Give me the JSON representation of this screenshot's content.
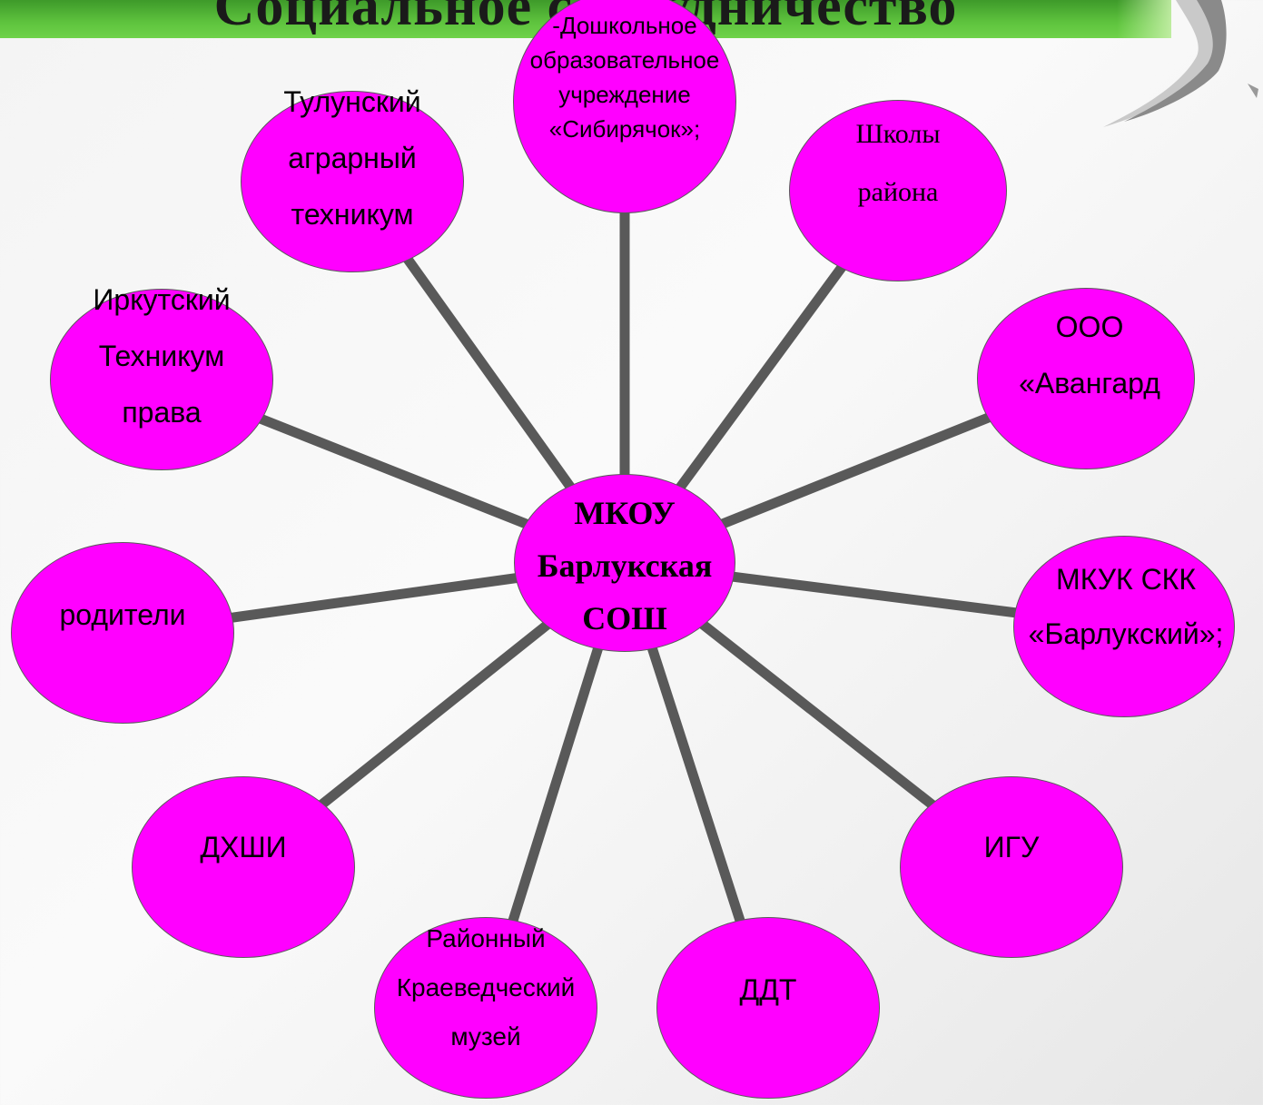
{
  "title": "Социальное сотрудничество",
  "colors": {
    "node_fill": "#ff00ff",
    "connector": "#595959",
    "title_bar": "#5fc43e"
  },
  "center": {
    "lines": [
      "МКОУ",
      "Барлукская",
      "СОШ"
    ]
  },
  "nodes": [
    {
      "id": "preschool",
      "lines": [
        "-Дошкольное",
        "образовательное",
        "учреждение",
        "«Сибирячок»;"
      ]
    },
    {
      "id": "schools",
      "lines": [
        "Школы",
        "района"
      ]
    },
    {
      "id": "avangard",
      "lines": [
        "ООО",
        "«Авангард"
      ]
    },
    {
      "id": "mkuk",
      "lines": [
        "МКУК СКК",
        "«Барлукский»;"
      ]
    },
    {
      "id": "igu",
      "lines": [
        "ИГУ"
      ]
    },
    {
      "id": "ddt",
      "lines": [
        "ДДТ"
      ]
    },
    {
      "id": "museum",
      "lines": [
        "Районный",
        "Краеведческий",
        "музей"
      ]
    },
    {
      "id": "dkhshi",
      "lines": [
        "ДХШИ"
      ]
    },
    {
      "id": "parents",
      "lines": [
        "родители"
      ]
    },
    {
      "id": "irkutsk",
      "lines": [
        "Иркутский",
        "Техникум",
        "права"
      ]
    },
    {
      "id": "tulun",
      "lines": [
        "Тулунский",
        "аграрный",
        "техникум"
      ]
    }
  ]
}
